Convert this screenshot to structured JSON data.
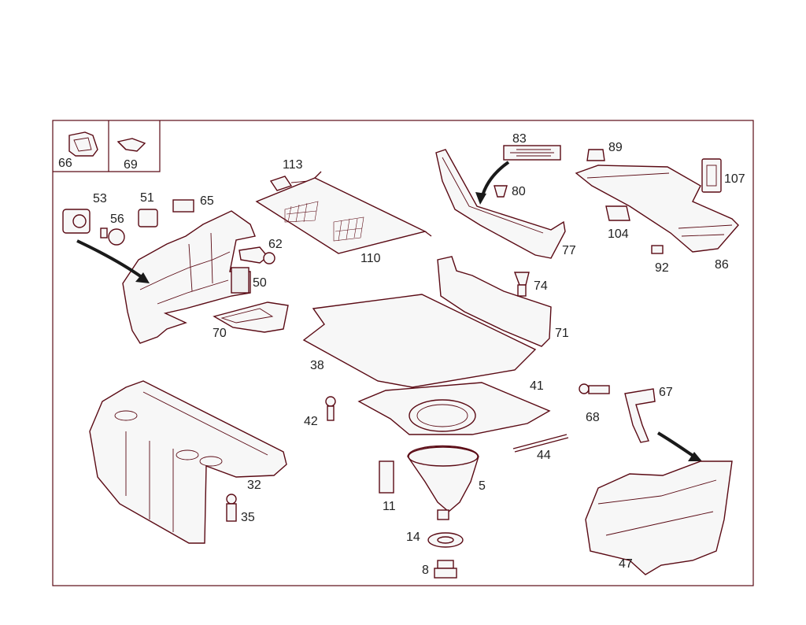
{
  "diagram": {
    "labels": {
      "p66": "66",
      "p69": "69",
      "p53": "53",
      "p51": "51",
      "p65": "65",
      "p56": "56",
      "p113": "113",
      "p62": "62",
      "p110": "110",
      "p50": "50",
      "p70": "70",
      "p83": "83",
      "p80": "80",
      "p77": "77",
      "p89": "89",
      "p107": "107",
      "p104": "104",
      "p92": "92",
      "p86": "86",
      "p74": "74",
      "p71": "71",
      "p38": "38",
      "p41": "41",
      "p42": "42",
      "p68": "68",
      "p67": "67",
      "p44": "44",
      "p32": "32",
      "p35": "35",
      "p5": "5",
      "p11": "11",
      "p14": "14",
      "p8": "8",
      "p47": "47"
    },
    "colors": {
      "outline": "#5a0a14",
      "fill": "#f7f7f7",
      "arrow": "#1a1a1a",
      "background": "#ffffff"
    }
  }
}
